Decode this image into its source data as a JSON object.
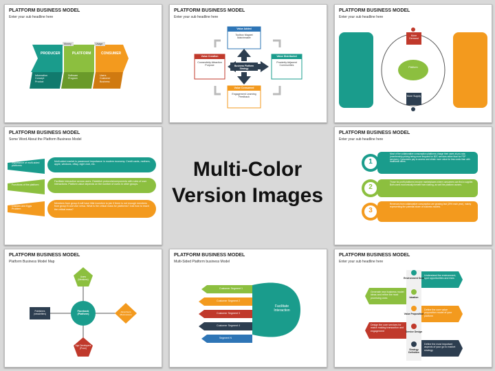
{
  "center": {
    "line1": "Multi-Color",
    "line2": "Version Images"
  },
  "colors": {
    "teal": "#1a9c8c",
    "green": "#8cbf3f",
    "orange": "#f39a1e",
    "red": "#c0392b",
    "navy": "#2d3e50",
    "blue": "#2e75b6"
  },
  "slides": [
    {
      "title": "PLATFORM BUSINESS MODEL",
      "sub": "Enter your sub headline here",
      "producer": "PRODUCER",
      "platform": "PLATFORM",
      "consumer": "CONSUMER",
      "money": "Money",
      "usage": "Usage",
      "p_items": [
        "Information",
        "Concept",
        "Product"
      ],
      "pl_items": [
        "Software",
        "Program"
      ],
      "c_items": [
        "Users",
        "Customer",
        "Business"
      ]
    },
    {
      "title": "PLATFORM BUSINESS MODEL",
      "sub": "Enter your sub headline here",
      "center": "Business Platform Strategy",
      "added": "Value Added",
      "added_d": "Toolbox Magnet Matchmaker",
      "creation": "Value Creation",
      "creation_d": "Connectivity Attraction Purpose",
      "distributed": "Value Distributed",
      "distributed_d": "Proximity Adjacent Communities",
      "consumed": "Value Consumed",
      "consumed_d": "Engagement Learning Feedback"
    },
    {
      "title": "PLATFORM BUSINESS MODEL",
      "sub": "Enter your sub headline here",
      "demand": "More Demand",
      "supply": "More Supply",
      "platform": "Platform"
    },
    {
      "title": "PLATFORM BUSINESS MODEL",
      "sub": "Some Word About the Platform Business Model",
      "rows": [
        {
          "label": "Importance of multi-sided platforms",
          "text": "Multi-sided market is paramount importance in modern economy. Credit cards, mothers, apple, windows, eBay, night club, etc."
        },
        {
          "label": "Functions of the platform",
          "text": "Facilitate interaction across users. Establish protocols/components with rules of user interactions. Platform value depends on the number of users in other groups."
        },
        {
          "label": "Chicken and Eggs Problem",
          "text": "Members from group A will have little incentive to join if there is not enough members from group B and vice versa. What is the critical mass for platforms? Just how to reach the critical mass?"
        }
      ]
    },
    {
      "title": "PLATFORM BUSINESS MODEL",
      "sub": "Enter your sub headline here",
      "items": [
        {
          "num": "1",
          "text": "Most of the collaborative consumption platforms charge their users at pro-rata (membership pricing being more frequent for B2C services rather than for P2P services). Consumers pay to access and obtain more value for less costs than with traditional offers."
        },
        {
          "num": "2",
          "text": "Those for-profit platforms become marketplaces where consumers can find a supplier. Both users economically benefit from sharing, as well the platform owners."
        },
        {
          "num": "3",
          "text": "Revenues from collaborative consumption are growing fast (25% each year), mainly representing the potential share of business models."
        }
      ]
    },
    {
      "title": "PLATFORM BUSINESS MODEL",
      "sub": "Platform Business Model Map",
      "facebook": "Facebook (Platform)",
      "users": "Users (Members)",
      "publishers": "Publishers (newsletters)",
      "advertisers": "Advertisers (Businesses)",
      "apps": "App Developers (Prosr)"
    },
    {
      "title": "PLATFORM BUSINESS MODEL",
      "sub": "Multi-Sided Platform business Model",
      "segments": [
        "Customer Segment 1",
        "Customer Segment 2",
        "Customer Segment 3",
        "Customer Segment 4",
        "Segment N"
      ],
      "hub": "Facilitate Interaction"
    },
    {
      "title": "PLATFORM BUSINESS MODEL",
      "sub": "Enter your sub headline here",
      "steps": [
        "Environment Scan",
        "Ideation",
        "Value Proposition",
        "Service Design",
        "Strategy Definition"
      ],
      "notes": [
        "Understand the environment, spot opportunities and risks",
        "Generate new business model ideas and refine the most promising ones",
        "Define the core value proposition model of your platform",
        "Design the core services for match making transaction and engagement",
        "Define the most important aspects of your go to market strategy"
      ]
    }
  ]
}
